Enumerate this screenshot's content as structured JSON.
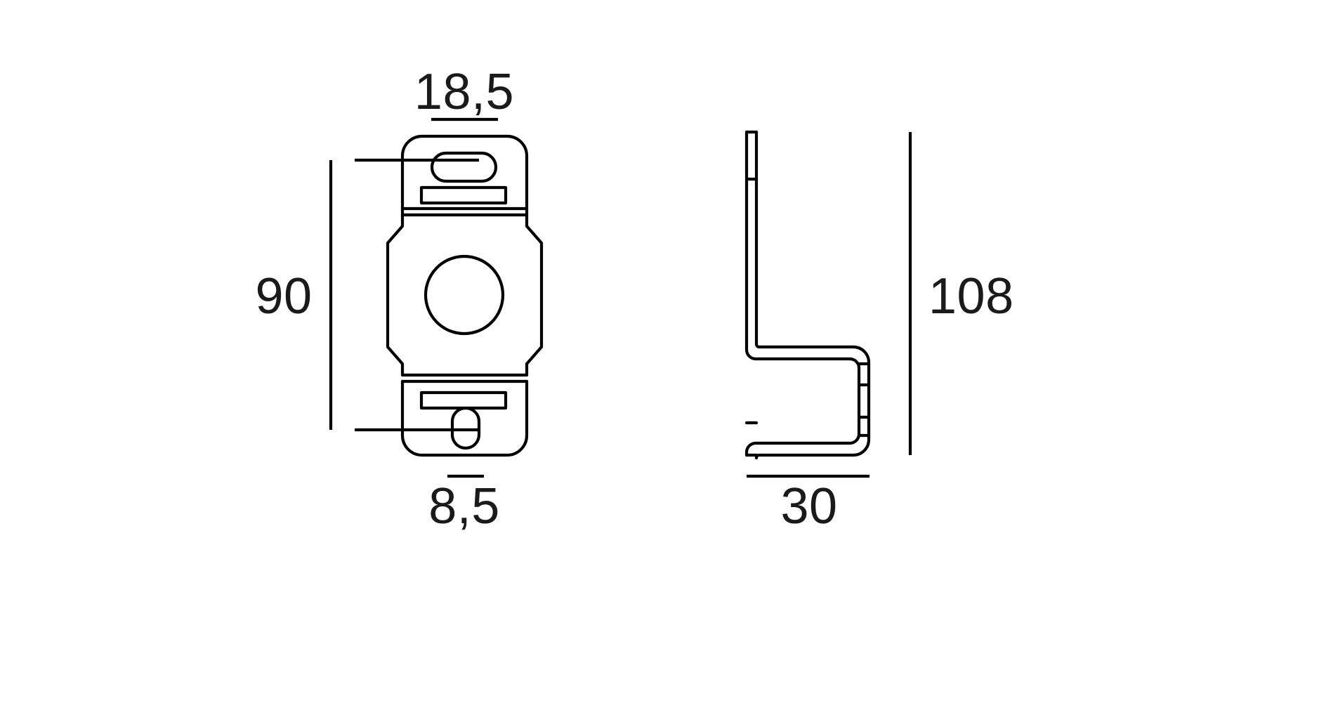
{
  "drawing": {
    "type": "engineering-dimension-drawing",
    "subject": "sheet-metal-z-bracket",
    "background_color": "#ffffff",
    "line_color": "#000000",
    "text_color": "#1a1a1a",
    "units": "mm",
    "views": [
      {
        "id": "front-view",
        "name": "front view",
        "position": "left"
      },
      {
        "id": "side-view",
        "name": "side view",
        "position": "right"
      }
    ]
  },
  "dimensions": {
    "top_width": {
      "value": "18,5",
      "label": "18,5",
      "view": "front-view",
      "placement": "top",
      "orientation": "horizontal"
    },
    "overall_height": {
      "value": "90",
      "label": "90",
      "view": "front-view",
      "placement": "left",
      "orientation": "vertical"
    },
    "bottom_width": {
      "value": "8,5",
      "label": "8,5",
      "view": "front-view",
      "placement": "bottom",
      "orientation": "horizontal"
    },
    "side_height": {
      "value": "108",
      "label": "108",
      "view": "side-view",
      "placement": "right",
      "orientation": "vertical"
    },
    "side_depth": {
      "value": "30",
      "label": "30",
      "view": "side-view",
      "placement": "bottom",
      "orientation": "horizontal"
    }
  },
  "features": {
    "front_view": {
      "top_tab_slot": "horizontal-oval-slot",
      "top_tab_rect_slot": "rectangular-slot",
      "center_hole": "large-round-hole",
      "bottom_tab_rect_slot": "rectangular-slot",
      "bottom_tab_slot": "vertical-oval-slot"
    },
    "side_view": {
      "profile": "z-shaped-bend",
      "material": "thin-sheet-metal"
    }
  }
}
